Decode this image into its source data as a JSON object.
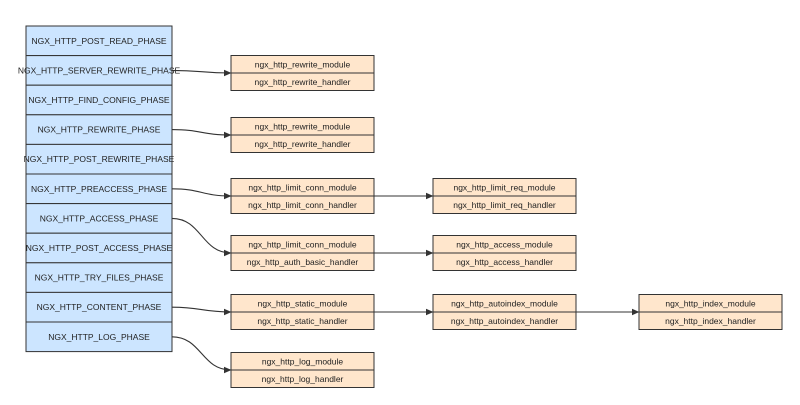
{
  "colors": {
    "phase_fill": "#cce5ff",
    "handler_fill": "#ffe6cc",
    "stroke": "#333333",
    "text": "#222222"
  },
  "phases": [
    "NGX_HTTP_POST_READ_PHASE",
    "NGX_HTTP_SERVER_REWRITE_PHASE",
    "NGX_HTTP_FIND_CONFIG_PHASE",
    "NGX_HTTP_REWRITE_PHASE",
    "NGX_HTTP_POST_REWRITE_PHASE",
    "NGX_HTTP_PREACCESS_PHASE",
    "NGX_HTTP_ACCESS_PHASE",
    "NGX_HTTP_POST_ACCESS_PHASE",
    "NGX_HTTP_TRY_FILES_PHASE",
    "NGX_HTTP_CONTENT_PHASE",
    "NGX_HTTP_LOG_PHASE"
  ],
  "chains": [
    {
      "phase": 1,
      "nodes": [
        {
          "module": "ngx_http_rewrite_module",
          "handler": "ngx_http_rewrite_handler"
        }
      ]
    },
    {
      "phase": 3,
      "nodes": [
        {
          "module": "ngx_http_rewrite_module",
          "handler": "ngx_http_rewrite_handler"
        }
      ]
    },
    {
      "phase": 5,
      "nodes": [
        {
          "module": "ngx_http_limit_conn_module",
          "handler": "ngx_http_limit_conn_handler"
        },
        {
          "module": "ngx_http_limit_req_module",
          "handler": "ngx_http_limit_req_handler"
        }
      ]
    },
    {
      "phase": 6,
      "nodes": [
        {
          "module": "ngx_http_limit_conn_module",
          "handler": "ngx_http_auth_basic_handler"
        },
        {
          "module": "ngx_http_access_module",
          "handler": "ngx_http_access_handler"
        }
      ]
    },
    {
      "phase": 9,
      "nodes": [
        {
          "module": "ngx_http_static_module",
          "handler": "ngx_http_static_handler"
        },
        {
          "module": "ngx_http_autoindex_module",
          "handler": "ngx_http_autoindex_handler"
        },
        {
          "module": "ngx_http_index_module",
          "handler": "ngx_http_index_handler"
        }
      ]
    },
    {
      "phase": 10,
      "nodes": [
        {
          "module": "ngx_http_log_module",
          "handler": "ngx_http_log_handler"
        }
      ]
    }
  ]
}
